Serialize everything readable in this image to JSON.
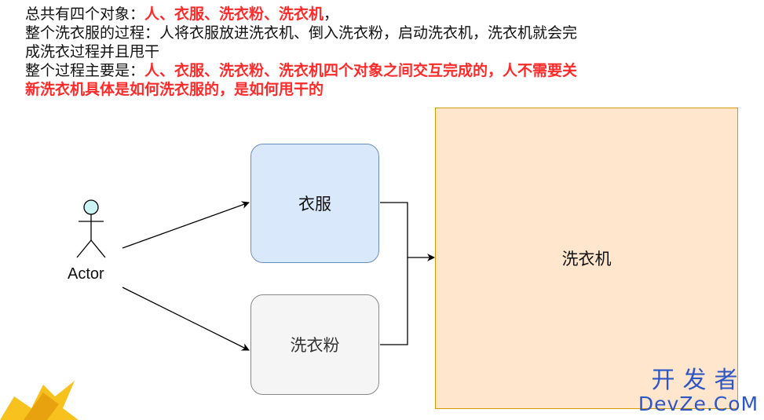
{
  "notes": {
    "line1_prefix": "总共有四个对象：",
    "line1_red": "人、衣服、洗衣粉、洗衣机",
    "line1_suffix": "，",
    "line2": "整个洗衣服的过程：人将衣服放进洗衣机、倒入洗衣粉，启动洗衣机，洗衣机就会完",
    "line3": "成洗衣过程并且甩干",
    "line4_prefix": "整个过程主要是：",
    "line4_red": "人、衣服、洗衣粉、洗衣机四个对象之间交互完成的，人不需要关",
    "line5_red": "新洗衣机具体是如何洗衣服的，是如何甩干的"
  },
  "diagram": {
    "actor_label": "Actor",
    "clothes_label": "衣服",
    "detergent_label": "洗衣粉",
    "washer_label": "洗衣机"
  },
  "watermark": {
    "cn": "开发者",
    "en": "DevZe.CoM"
  },
  "colors": {
    "highlight_red": "#ff2a2a",
    "clothes_fill": "#dae8fc",
    "detergent_fill": "#f5f5f5",
    "washer_fill": "#ffe6cc",
    "actor_head": "#ccf2f4",
    "watermark_blue": "#2f56c5"
  }
}
